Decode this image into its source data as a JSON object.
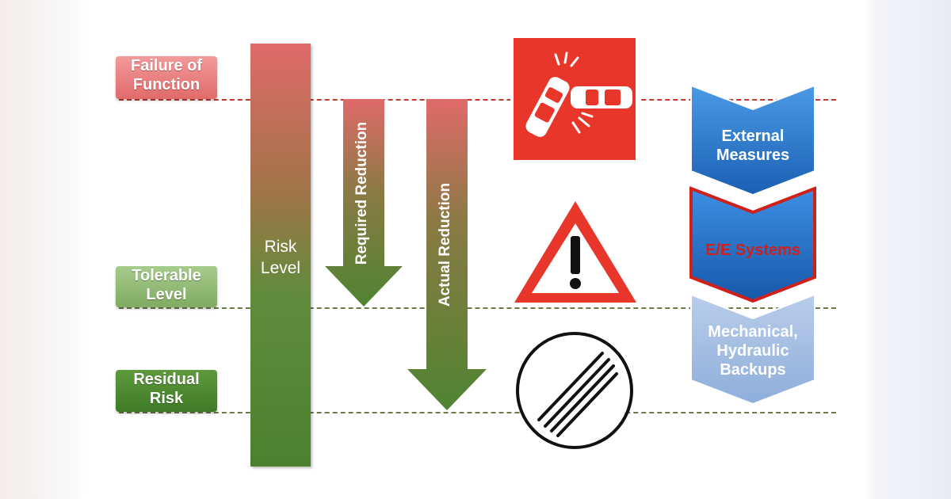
{
  "levels": {
    "failure": "Failure of Function",
    "tolerable": "Tolerable Level",
    "residual": "Residual Risk"
  },
  "risk_level": "Risk Level",
  "required_reduction": "Required Reduction",
  "actual_reduction": "Actual Reduction",
  "measures": {
    "external": "External Measures",
    "ee": "E/E Systems",
    "mechanical": "Mechanical, Hydraulic Backups"
  },
  "colors": {
    "red_sign": "#e8372a",
    "green_dark": "#4c8030",
    "blue_chevron": "#1f6fc6",
    "ee_text": "#d0201c"
  },
  "icons": [
    "car-crash-icon",
    "warning-triangle-icon",
    "end-of-restrictions-icon"
  ]
}
